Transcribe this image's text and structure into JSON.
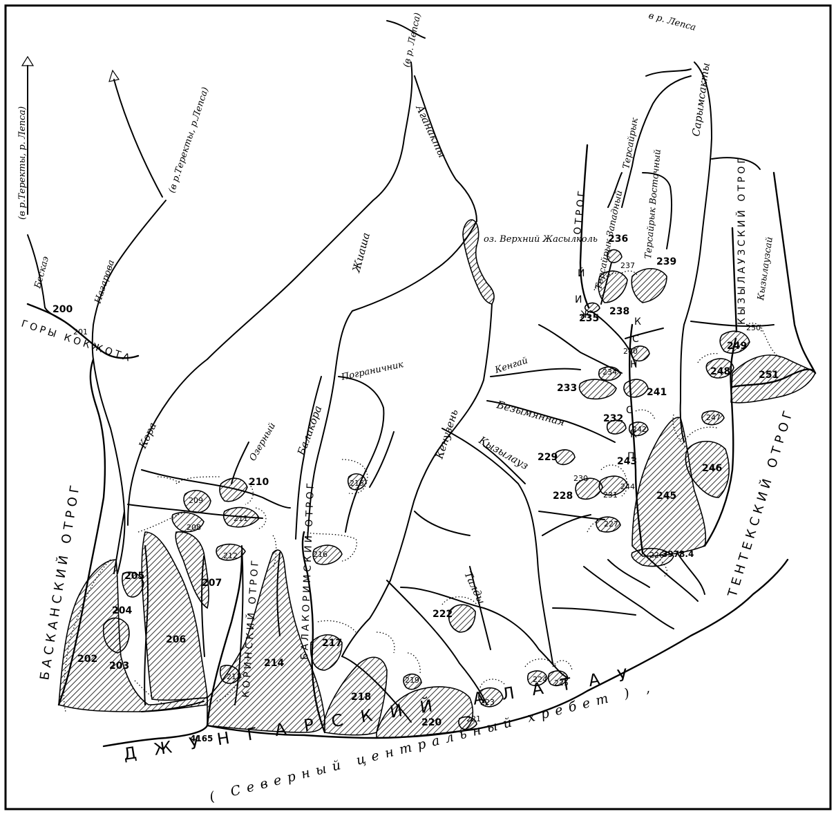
{
  "map": {
    "range_name": "ДЖУНГАРСКИЙ АЛАТАУ",
    "range_subtitle": "( Северный центральный хребет ) ,",
    "spurs": {
      "baskan": "БАСКАНСКИЙ ОТРОГ",
      "korin": "КОРИНСКИЙ ОТРОГ",
      "balakorin": "БАЛАКОРИМСКИЙ ОТРОГ",
      "kyzylauz": "КЫЗЫЛАУЗСКИЙ ОТРОГ",
      "tentek": "ТЕНТЕКСКИЙ ОТРОГ",
      "kskmiy": "ОТРОГ",
      "ksm_letters": [
        "К",
        "Н",
        "С",
        "К",
        "И",
        "Й",
        "Ж",
        "С",
        "П"
      ],
      "kokzhota": "ГОРЫ КОКЖОТА"
    },
    "rivers": {
      "tereckty1": "(в р.Теректы, р. Лепса)",
      "tereckty2": "(в р.Теректы, р.Лепса)",
      "lepsa1": "(в р. Лепса)",
      "lepsa2": "в р. Лепса",
      "beskaz": "Бескаэ",
      "nazarova": "Назарова",
      "kora": "Кора",
      "ozerny": "Озерный",
      "balakora": "Балакора",
      "zhiasha": "Жиаша",
      "pogranichnik": "Пограничник",
      "agankaty": "Аганакты",
      "kenuzen": "Кенузень",
      "kyzylauz": "Кызылауз",
      "talady": "Талды",
      "kengai": "Кенгай",
      "bezymyannaya": "Безымянная",
      "tersairyk": "Терсайрык",
      "tersairyk_w": "Терсайрык Западный",
      "tersairyk_e": "Терсайрык Восточный",
      "sarymsakty": "Сарымсакты",
      "kyzylauzsai": "Кызылаузсай"
    },
    "lake": "оз. Верхний Жасылколь",
    "peaks": {
      "p1": "4165",
      "p2": "3978.4"
    },
    "glacier_numbers": [
      "200",
      "201",
      "202",
      "203",
      "204",
      "205",
      "206",
      "207",
      "208",
      "209",
      "210",
      "211",
      "212",
      "213",
      "214",
      "215",
      "216",
      "217",
      "218",
      "219",
      "220",
      "221",
      "222",
      "223",
      "224",
      "225",
      "226",
      "227",
      "228",
      "229",
      "230",
      "231",
      "232",
      "233",
      "234",
      "235",
      "236",
      "237",
      "238",
      "239",
      "240",
      "241",
      "242",
      "243",
      "244",
      "245",
      "246",
      "247",
      "248",
      "249",
      "250",
      "251"
    ]
  }
}
